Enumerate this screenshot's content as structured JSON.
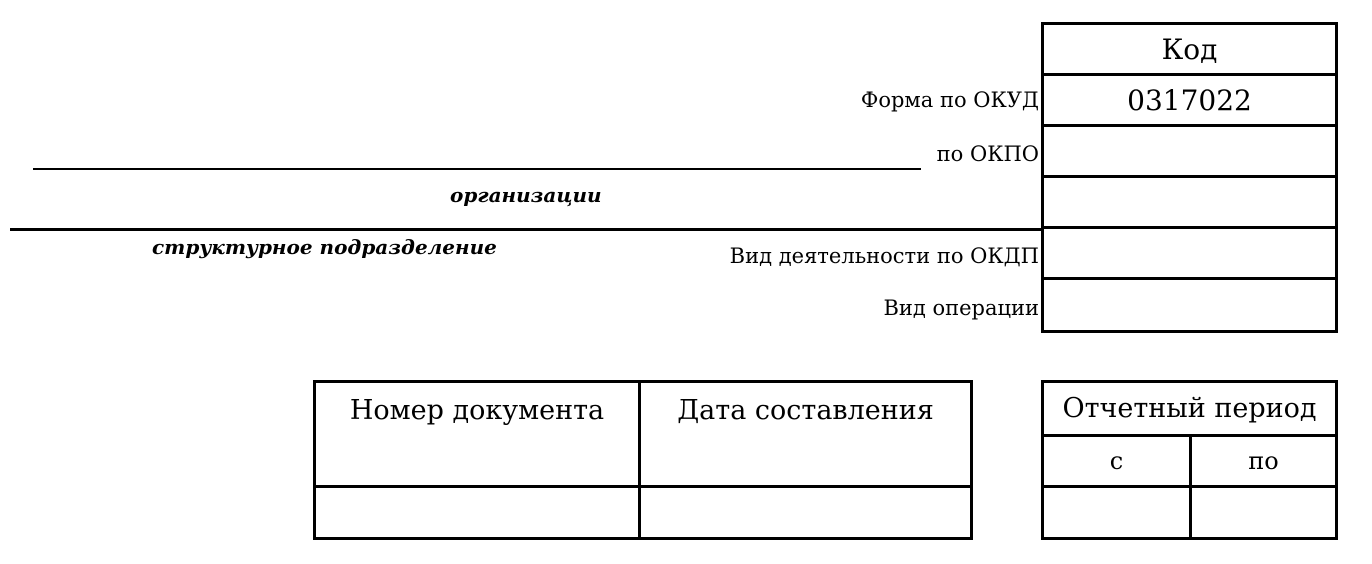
{
  "code_header": "Код",
  "okud_label": "Форма по ОКУД",
  "okud_code": "0317022",
  "okpo_label": "по ОКПО",
  "organization_caption": "организации",
  "subdivision_caption": "структурное подразделение",
  "okdp_label": "Вид деятельности по ОКДП",
  "operation_label": "Вид операции",
  "doc_table": {
    "number_header": "Номер документа",
    "date_header": "Дата составления"
  },
  "period_table": {
    "title": "Отчетный период",
    "from_label": "с",
    "to_label": "по"
  }
}
